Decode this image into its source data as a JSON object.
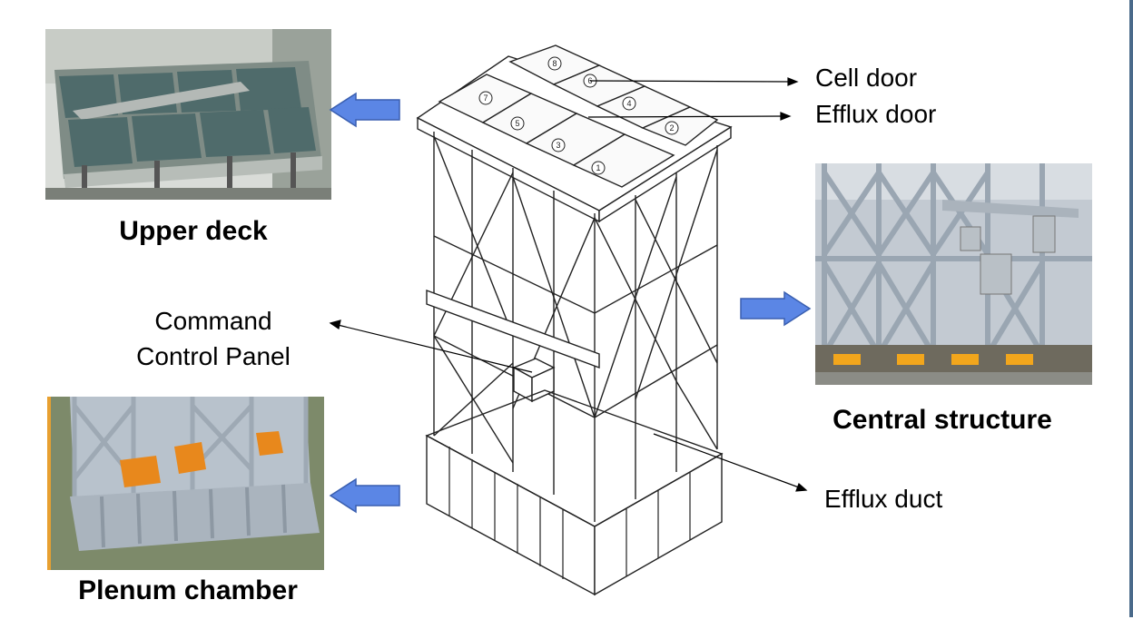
{
  "labels": {
    "upper_deck": "Upper deck",
    "central_structure": "Central structure",
    "plenum_chamber": "Plenum chamber",
    "cell_door": "Cell door",
    "efflux_door": "Efflux door",
    "command_line1": "Command",
    "command_line2": "Control Panel",
    "efflux_duct": "Efflux duct"
  },
  "door_numbers": [
    "1",
    "2",
    "3",
    "4",
    "5",
    "6",
    "7",
    "8"
  ],
  "colors": {
    "arrow_fill": "#5b86e5",
    "arrow_stroke": "#3a5fb0",
    "steel": "#aeb8c2",
    "orange": "#e8881c",
    "green_panel": "#4f6b6b",
    "edge": "#4a6a8a"
  }
}
